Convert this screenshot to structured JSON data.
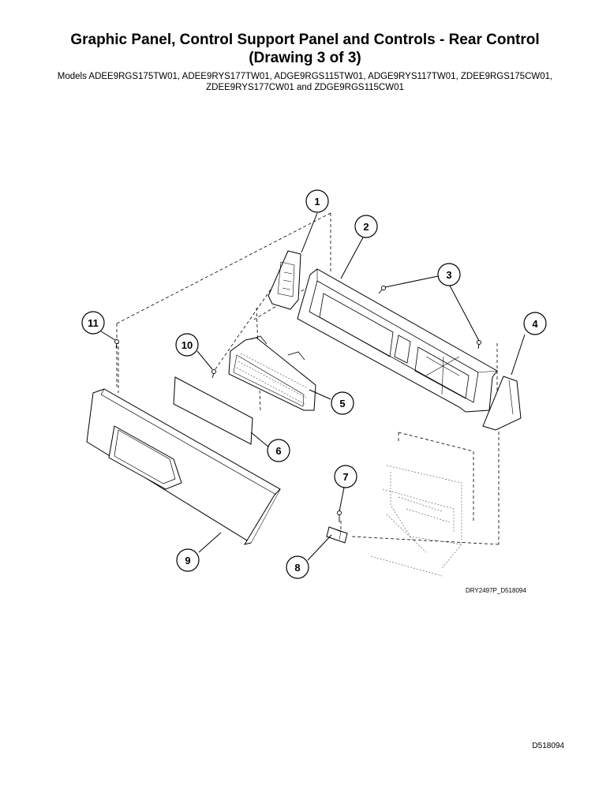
{
  "header": {
    "title_line1": "Graphic Panel, Control Support Panel and Controls - Rear Control",
    "title_line2": "(Drawing 3 of 3)",
    "models_line1": "Models ADEE9RGS175TW01, ADEE9RYS177TW01, ADGE9RGS115TW01, ADGE9RYS117TW01, ZDEE9RGS175CW01,",
    "models_line2": "ZDEE9RYS177CW01 and ZDGE9RGS115CW01"
  },
  "callouts": [
    "1",
    "2",
    "3",
    "4",
    "5",
    "6",
    "7",
    "8",
    "9",
    "10",
    "11"
  ],
  "drawing_code": "DRY2497P_D518094",
  "footer": {
    "doc_number": "D518094"
  }
}
